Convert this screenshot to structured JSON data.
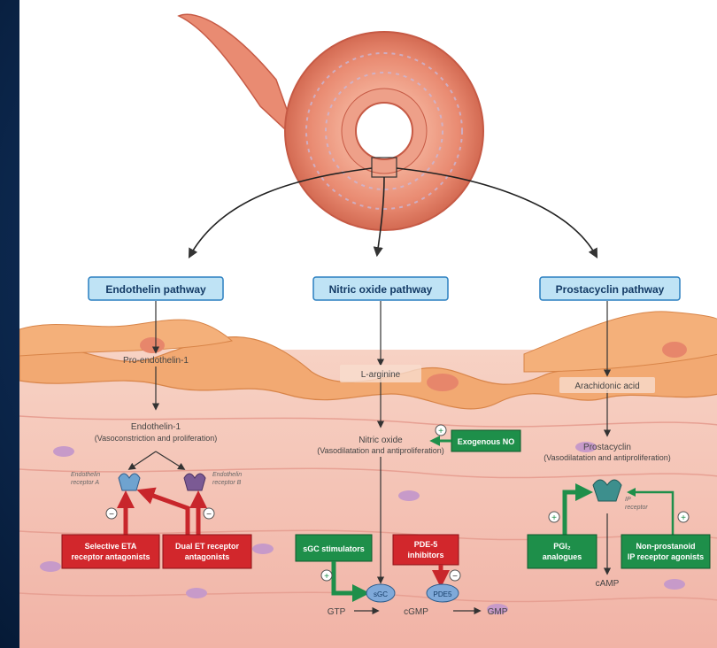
{
  "pathways": {
    "endothelin": "Endothelin pathway",
    "nitric_oxide": "Nitric oxide pathway",
    "prostacyclin": "Prostacyclin pathway"
  },
  "endothelin": {
    "pro": "Pro-endothelin-1",
    "et1": "Endothelin-1",
    "et1_effect": "(Vasoconstriction and proliferation)",
    "receptor_a_1": "Endothelin",
    "receptor_a_2": "receptor A",
    "receptor_b_1": "Endothelin",
    "receptor_b_2": "receptor B",
    "drug1_line1": "Selective ETA",
    "drug1_line2": "receptor antagonists",
    "drug2_line1": "Dual ET receptor",
    "drug2_line2": "antagonists",
    "minus": "−"
  },
  "nitric_oxide": {
    "substrate": "L-arginine",
    "no": "Nitric oxide",
    "no_effect": "(Vasodilatation and antiproliferation)",
    "exogenous": "Exogenous NO",
    "sgc_stim": "sGC stimulators",
    "pde5_line1": "PDE-5",
    "pde5_line2": "inhibitors",
    "sgc": "sGC",
    "pde5": "PDE5",
    "gtp": "GTP",
    "cgmp": "cGMP",
    "gmp": "GMP",
    "plus": "+",
    "minus": "−"
  },
  "prostacyclin": {
    "substrate": "Arachidonic acid",
    "pgi": "Prostacyclin",
    "pgi_effect": "(Vasodilatation and antiproliferation)",
    "receptor_1": "IP",
    "receptor_2": "receptor",
    "analog_line1": "PGI₂",
    "analog_line2": "analogues",
    "agonist_line1": "Non-prostanoid",
    "agonist_line2": "IP receptor agonists",
    "camp": "cAMP",
    "plus": "+"
  },
  "colors": {
    "box_blue": "#bfe3f5",
    "box_border": "#2a7fc0",
    "red_drug": "#d2272c",
    "green_drug": "#1e8f4a",
    "endothelium": "#f0a870",
    "smooth_muscle": "#f4c1b6",
    "background": "#0b2447"
  }
}
